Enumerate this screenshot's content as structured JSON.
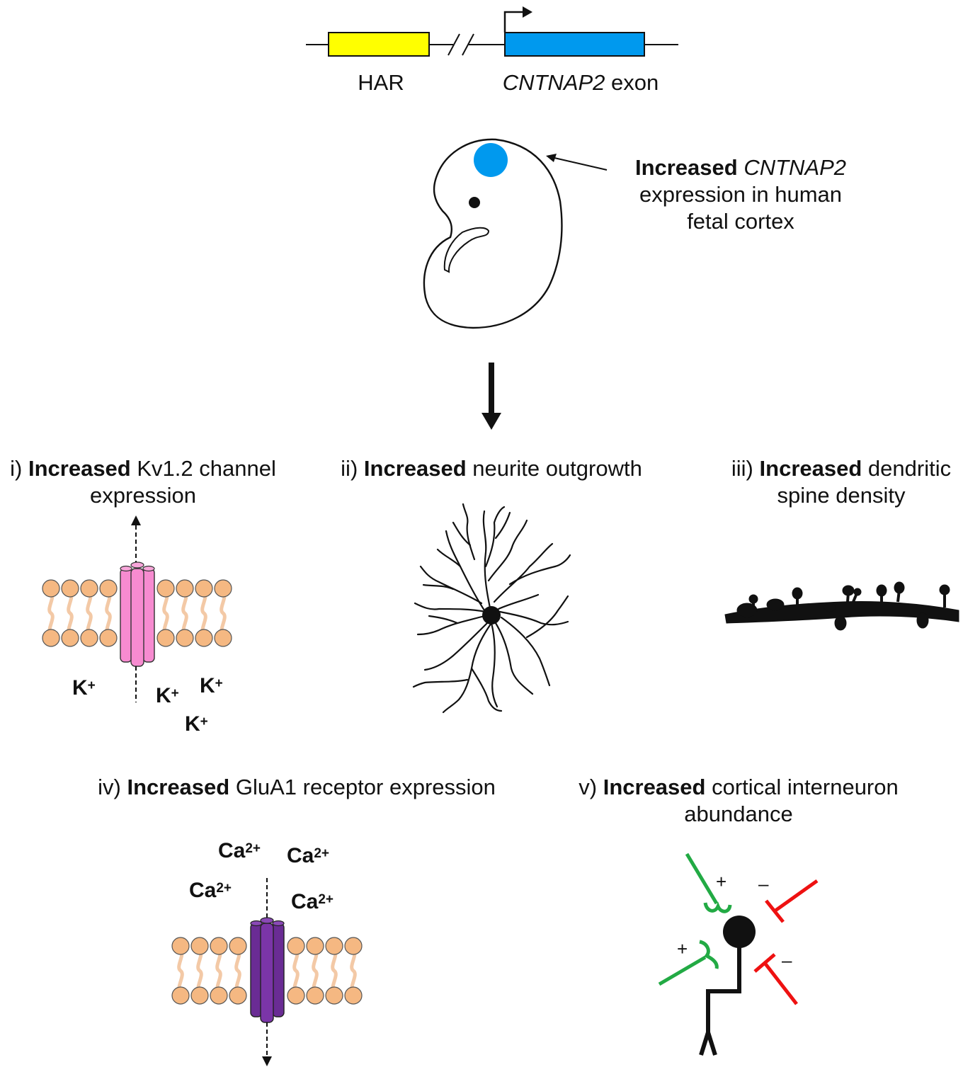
{
  "gene": {
    "har_label": "HAR",
    "exon_gene": "CNTNAP2",
    "exon_word": "exon",
    "har_color": "#ffff00",
    "exon_color": "#0099ee"
  },
  "embryo": {
    "callout_bold": "Increased",
    "callout_gene": "CNTNAP2",
    "callout_line1_rest": "",
    "callout_line2": "expression in human",
    "callout_line3": "fetal cortex",
    "cortex_color": "#0099ee"
  },
  "panels": {
    "p1": {
      "prefix": "i)",
      "bold": "Increased",
      "rest": "Kv1.2 channel",
      "line2": "expression"
    },
    "p2": {
      "prefix": "ii)",
      "bold": "Increased",
      "rest": "neurite outgrowth"
    },
    "p3": {
      "prefix": "iii)",
      "bold": "Increased",
      "rest": "dendritic",
      "line2": "spine density"
    },
    "p4": {
      "prefix": "iv)",
      "bold": "Increased",
      "rest": "GluA1 receptor expression"
    },
    "p5": {
      "prefix": "v)",
      "bold": "Increased",
      "rest": "cortical interneuron",
      "line2": "abundance"
    }
  },
  "ions": {
    "k_base": "K",
    "k_charge": "+",
    "ca_base": "Ca",
    "ca_charge": "2+"
  },
  "signs": {
    "plus": "+",
    "minus": "–"
  },
  "colors": {
    "membrane_head": "#f5b882",
    "membrane_tail": "#f3c9a6",
    "kv_channel": "#f78bd0",
    "glua_channel": "#6a2c94",
    "excitatory": "#22aa44",
    "inhibitory": "#ee1111"
  }
}
